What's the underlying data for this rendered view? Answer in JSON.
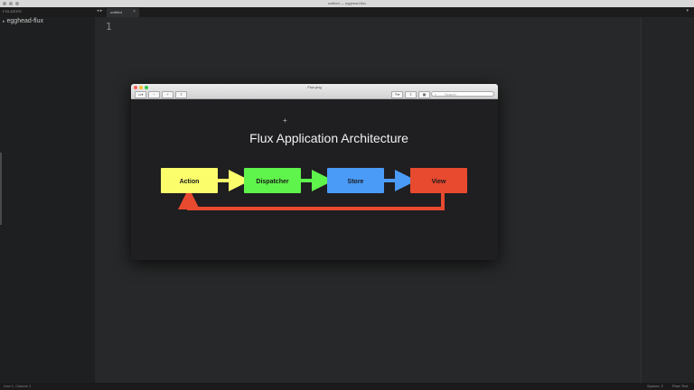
{
  "window": {
    "title": "untitled — egghead-flux"
  },
  "tabs": {
    "folders_label": "FOLDERS",
    "nav": "◂ ▸",
    "active_tab": "untitled",
    "close": "×",
    "menu": "▾"
  },
  "sidebar": {
    "arrow": "▸",
    "folder": "egghead-flux"
  },
  "editor": {
    "line_number": "1"
  },
  "status": {
    "left": "Line 1, Column 1",
    "right1": "Spaces: 2",
    "right2": "Plain Text"
  },
  "preview": {
    "title": "Flux.png",
    "search_placeholder": "Search",
    "search_icon": "⌕",
    "toolbar": [
      "▭▾",
      "−",
      "+",
      "⇪"
    ],
    "right_tools": [
      "✎▾",
      "⇧",
      "▣"
    ],
    "dot_colors": [
      "#fc5f57",
      "#fdbc2e",
      "#33c748"
    ]
  },
  "diagram": {
    "title": "Flux Application Architecture",
    "nodes": [
      {
        "label": "Action",
        "color": "#fbfd6b"
      },
      {
        "label": "Dispatcher",
        "color": "#5ff44c"
      },
      {
        "label": "Store",
        "color": "#4a9bf8"
      },
      {
        "label": "View",
        "color": "#e84a2f"
      }
    ],
    "cursor": "+"
  }
}
